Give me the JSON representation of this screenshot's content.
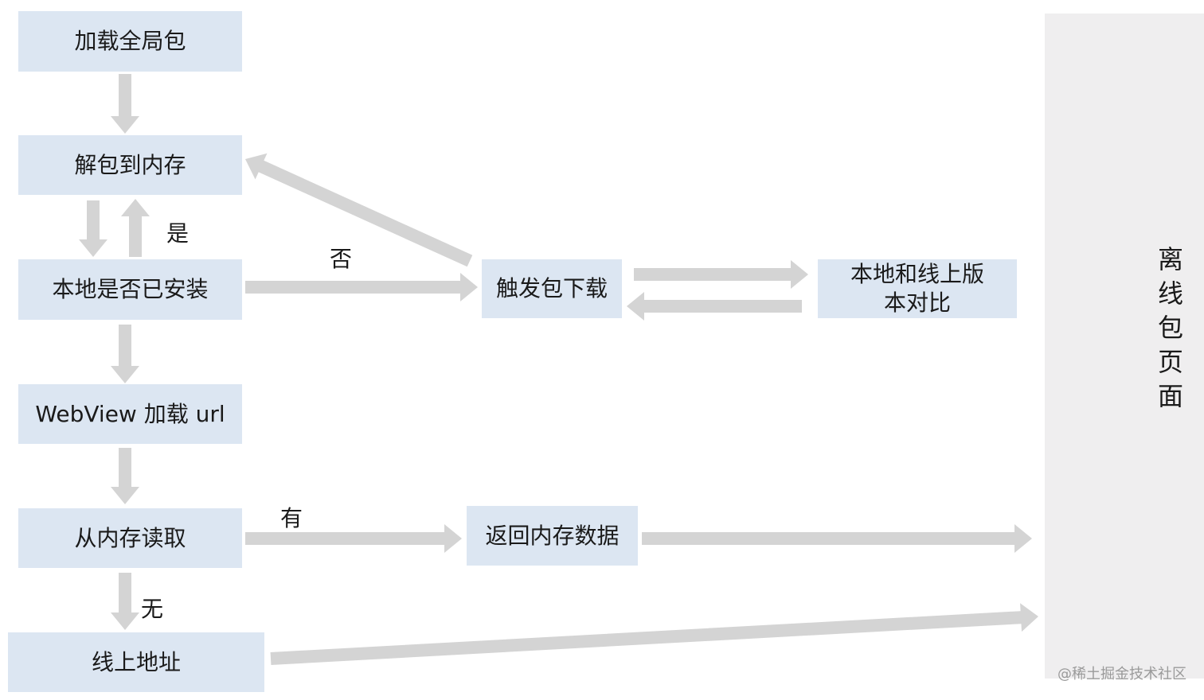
{
  "nodes": {
    "load_global": "加载全局包",
    "unpack": "解包到内存",
    "installed_check": "本地是否已安装",
    "webview_load": "WebView 加载 url",
    "read_memory": "从内存读取",
    "online_url": "线上地址",
    "trigger_download": "触发包下载",
    "version_compare": "本地和线上版本对比",
    "return_memory": "返回内存数据"
  },
  "labels": {
    "yes": "是",
    "no": "否",
    "has": "有",
    "none": "无"
  },
  "panel": {
    "title": "离线包页面"
  },
  "watermark": "@稀土掘金技术社区",
  "colors": {
    "box": "#dce6f2",
    "arrow": "#d4d4d4",
    "panel": "#efeeef"
  }
}
